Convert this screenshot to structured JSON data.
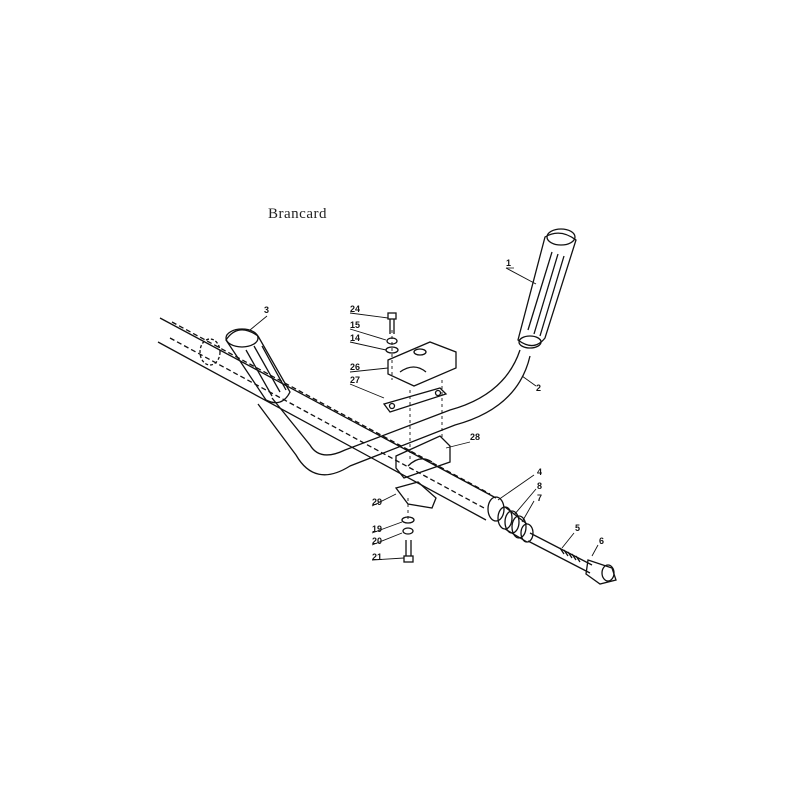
{
  "title": "Brancard",
  "callouts": [
    {
      "id": "1",
      "label": "1"
    },
    {
      "id": "2",
      "label": "2"
    },
    {
      "id": "3",
      "label": "3"
    },
    {
      "id": "4",
      "label": "4"
    },
    {
      "id": "5",
      "label": "5"
    },
    {
      "id": "6",
      "label": "6"
    },
    {
      "id": "7",
      "label": "7"
    },
    {
      "id": "8",
      "label": "8"
    },
    {
      "id": "14",
      "label": "14"
    },
    {
      "id": "15",
      "label": "15"
    },
    {
      "id": "19",
      "label": "19"
    },
    {
      "id": "20",
      "label": "20"
    },
    {
      "id": "21",
      "label": "21"
    },
    {
      "id": "24",
      "label": "24"
    },
    {
      "id": "26",
      "label": "26"
    },
    {
      "id": "27",
      "label": "27"
    },
    {
      "id": "28",
      "label": "28"
    },
    {
      "id": "29",
      "label": "29"
    }
  ]
}
